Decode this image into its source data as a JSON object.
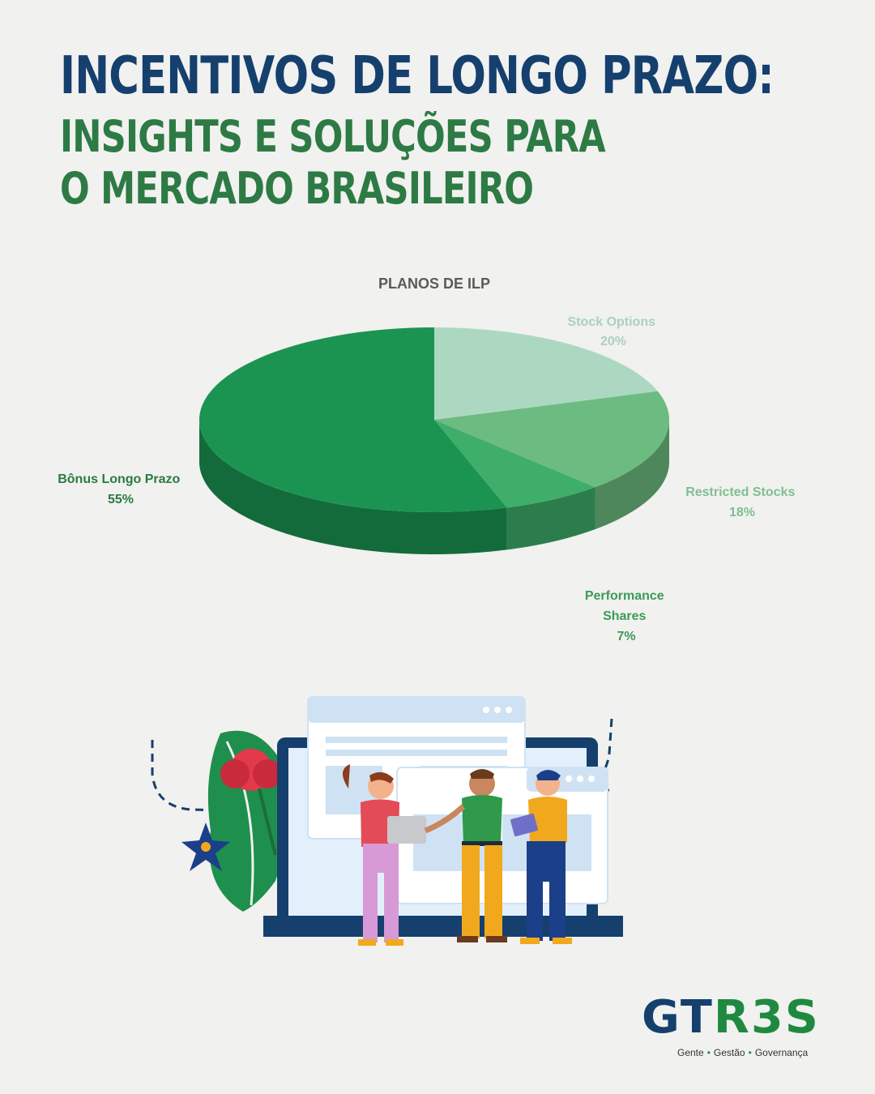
{
  "header": {
    "title": "INCENTIVOS DE LONGO PRAZO:",
    "subtitle_line1": "INSIGHTS E SOLUÇÕES PARA",
    "subtitle_line2": "O MERCADO BRASILEIRO"
  },
  "chart_data": {
    "type": "pie",
    "title": "PLANOS DE ILP",
    "style": "3d",
    "slices": [
      {
        "name": "Stock Options",
        "value": 20,
        "label": "20%",
        "color": "#acd8c1",
        "label_color": "#a9d2bb"
      },
      {
        "name": "Restricted Stocks",
        "value": 18,
        "label": "18%",
        "color": "#6cbb80",
        "label_color": "#7fbf90"
      },
      {
        "name_lines": [
          "Performance",
          "Shares"
        ],
        "value": 7,
        "label": "7%",
        "color": "#3fae6a",
        "label_color": "#3d9a58"
      },
      {
        "name": "Bônus Longo Prazo",
        "value": 55,
        "label": "55%",
        "color": "#1b9452",
        "label_color": "#2a7a42"
      }
    ]
  },
  "brand": {
    "logo_gt": "GT",
    "logo_rest": "R3S",
    "tagline": [
      "Gente",
      "Gestão",
      "Governança"
    ],
    "colors": {
      "navy": "#15406e",
      "green": "#1f8a3f"
    }
  }
}
